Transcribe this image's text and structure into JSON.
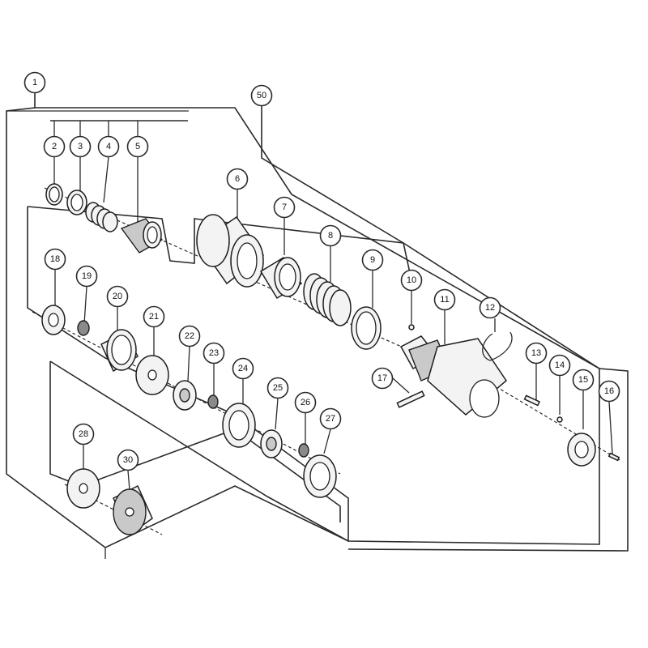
{
  "callouts": [
    {
      "id": "c1",
      "label": "1"
    },
    {
      "id": "c2",
      "label": "2"
    },
    {
      "id": "c3",
      "label": "3"
    },
    {
      "id": "c4",
      "label": "4"
    },
    {
      "id": "c5",
      "label": "5"
    },
    {
      "id": "c6",
      "label": "6"
    },
    {
      "id": "c7",
      "label": "7"
    },
    {
      "id": "c8",
      "label": "8"
    },
    {
      "id": "c9",
      "label": "9"
    },
    {
      "id": "c10",
      "label": "10"
    },
    {
      "id": "c11",
      "label": "11"
    },
    {
      "id": "c12",
      "label": "12"
    },
    {
      "id": "c13",
      "label": "13"
    },
    {
      "id": "c14",
      "label": "14"
    },
    {
      "id": "c15",
      "label": "15"
    },
    {
      "id": "c16",
      "label": "16"
    },
    {
      "id": "c17",
      "label": "17"
    },
    {
      "id": "c18",
      "label": "18"
    },
    {
      "id": "c19",
      "label": "19"
    },
    {
      "id": "c20",
      "label": "20"
    },
    {
      "id": "c21",
      "label": "21"
    },
    {
      "id": "c22",
      "label": "22"
    },
    {
      "id": "c23",
      "label": "23"
    },
    {
      "id": "c24",
      "label": "24"
    },
    {
      "id": "c25",
      "label": "25"
    },
    {
      "id": "c26",
      "label": "26"
    },
    {
      "id": "c27",
      "label": "27"
    },
    {
      "id": "c28",
      "label": "28"
    },
    {
      "id": "c30",
      "label": "30"
    },
    {
      "id": "c50",
      "label": "50"
    }
  ]
}
